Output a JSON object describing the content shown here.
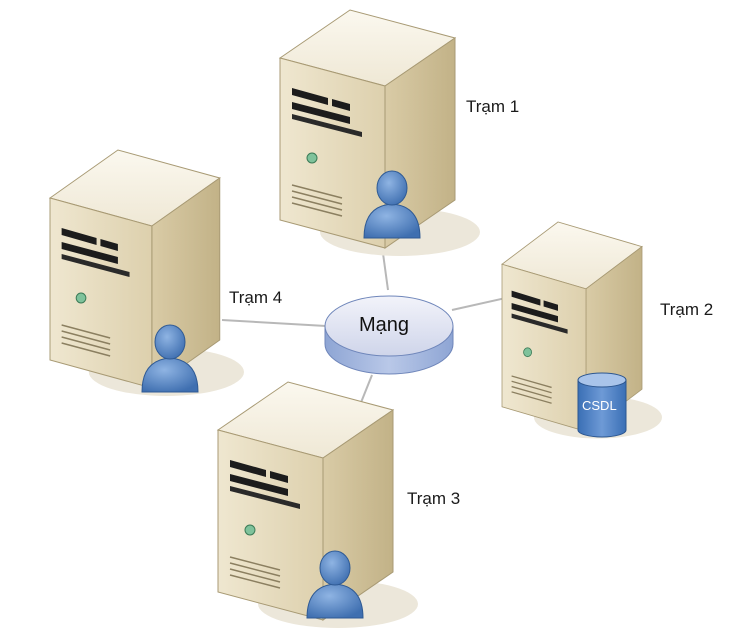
{
  "nodes": {
    "tram1": {
      "label": "Trạm 1",
      "role": "user"
    },
    "tram2": {
      "label": "Trạm 2",
      "role": "database",
      "db_label": "CSDL"
    },
    "tram3": {
      "label": "Trạm 3",
      "role": "user"
    },
    "tram4": {
      "label": "Trạm 4",
      "role": "user"
    }
  },
  "network": {
    "label": "Mạng"
  },
  "colors": {
    "server_front": "#e9dfc4",
    "server_side": "#d2c39b",
    "server_top": "#f5f0e1",
    "shadow": "#e7e2d3",
    "user_blue": "#4d7fc0",
    "db_blue": "#4a82c8",
    "network_top": "#e3e5f2",
    "network_side": "#9aaed8"
  }
}
